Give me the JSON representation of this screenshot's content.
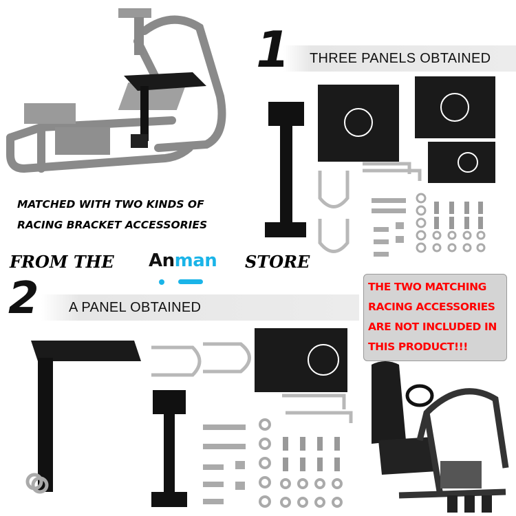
{
  "section1": {
    "number": "1",
    "banner": "THREE PANELS OBTAINED"
  },
  "matched_text": {
    "line1": "MATCHED  WITH  TWO KINDS OF",
    "line2": "RACING BRACKET ACCESSORIES"
  },
  "store_line": {
    "prefix": "FROM THE",
    "brand_part1": "An",
    "brand_part2": "man",
    "suffix": "STORE"
  },
  "section2": {
    "number": "2",
    "banner": "A  PANEL  OBTAINED"
  },
  "warning": {
    "lines": [
      "THE TWO MATCHING",
      "RACING ACCESSORIES",
      "ARE NOT INCLUDED IN",
      "THIS PRODUCT!!!"
    ]
  },
  "colors": {
    "brand_blue": "#1ab4e8",
    "warning_red": "#ff0000",
    "warning_bg": "#d4d4d4"
  }
}
